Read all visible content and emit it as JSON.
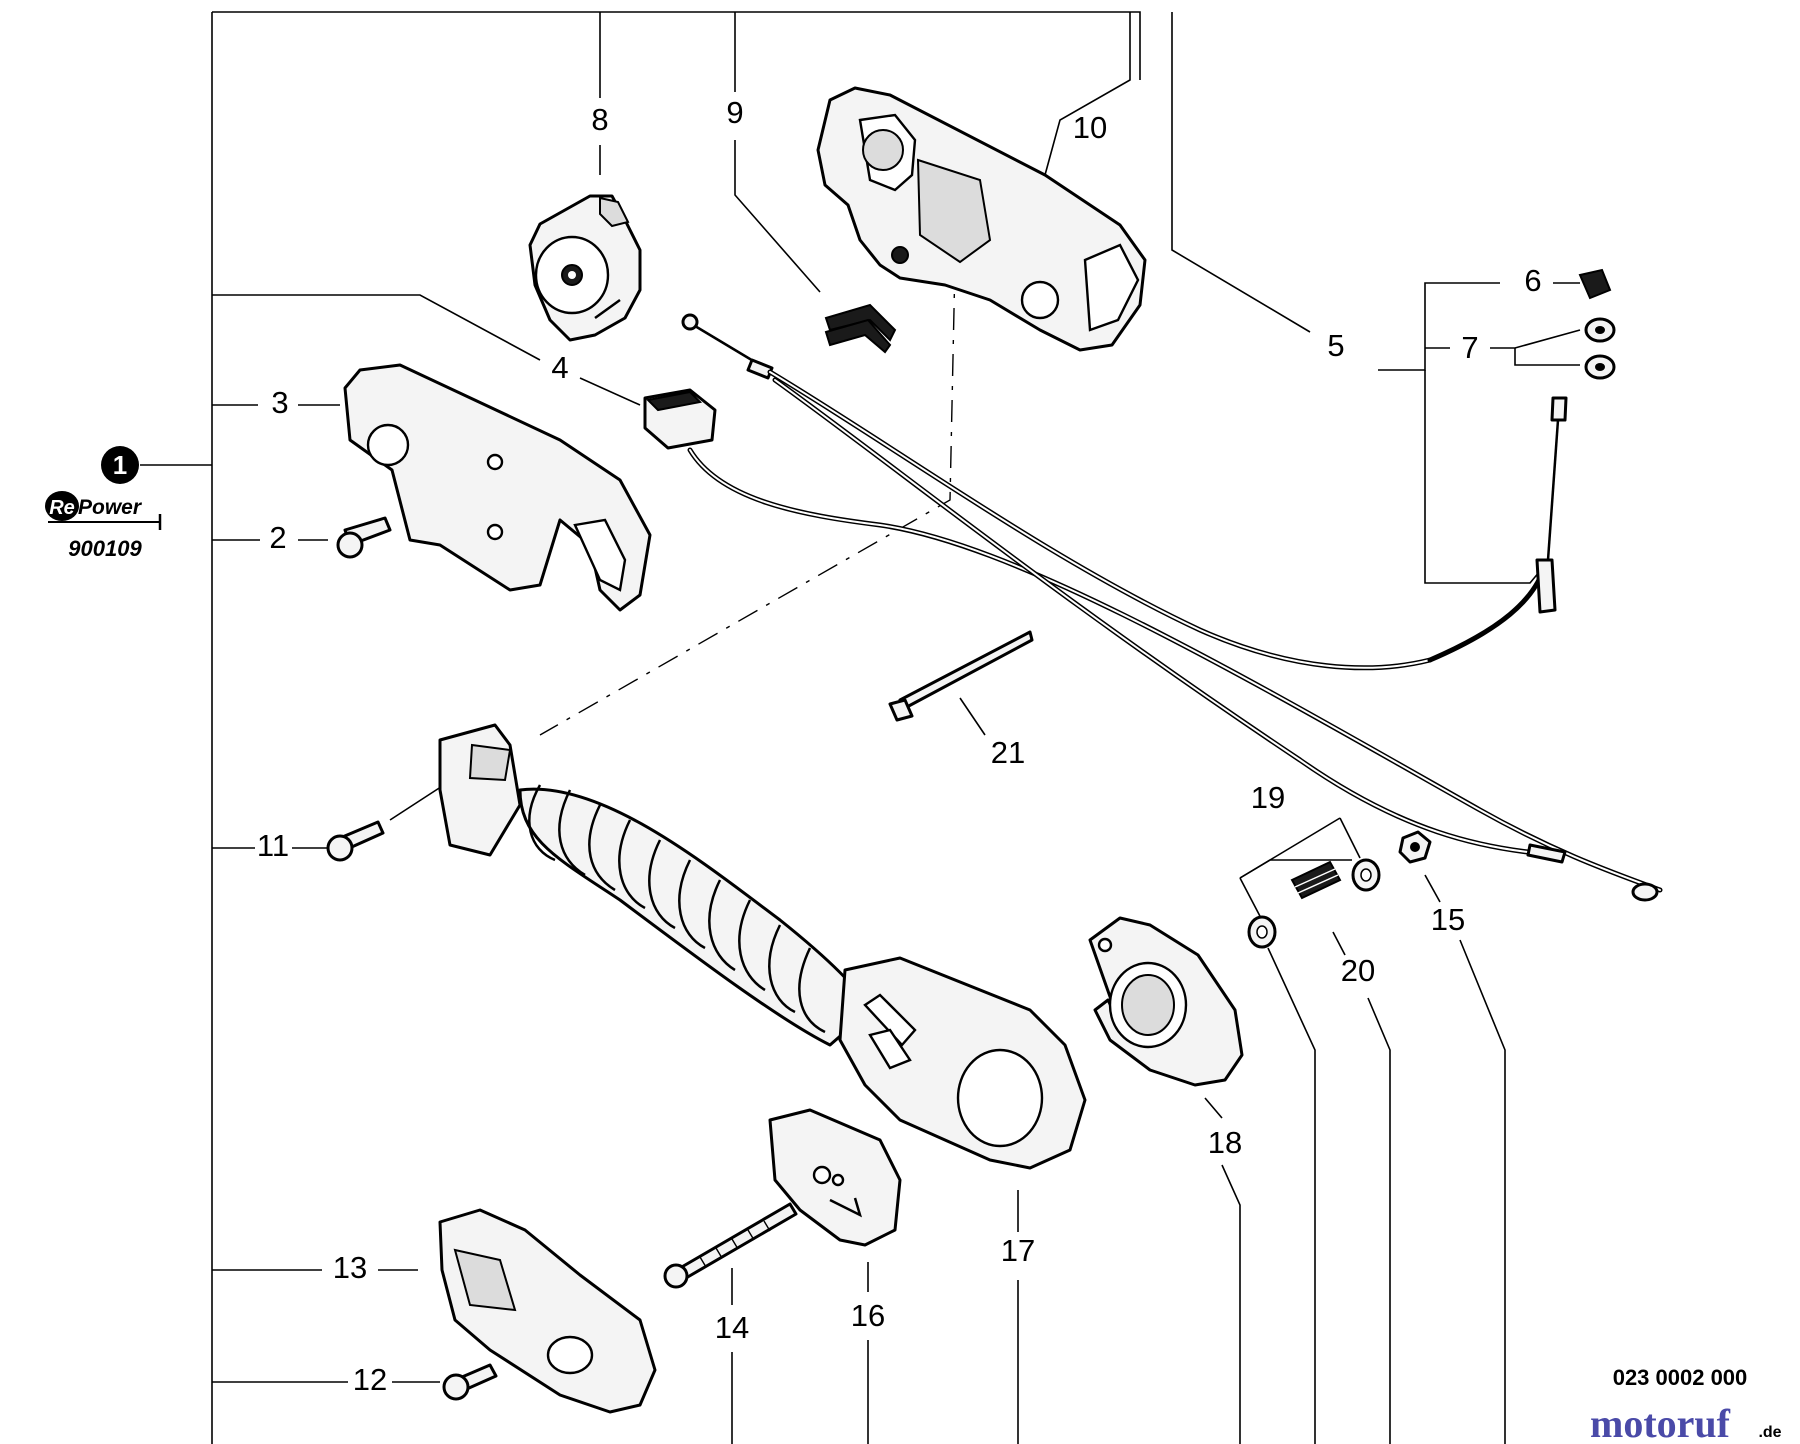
{
  "callouts": {
    "c1": "1",
    "c2": "2",
    "c3": "3",
    "c4": "4",
    "c5": "5",
    "c6": "6",
    "c7": "7",
    "c8": "8",
    "c9": "9",
    "c10": "10",
    "c11": "11",
    "c12": "12",
    "c13": "13",
    "c14": "14",
    "c15": "15",
    "c16": "16",
    "c17": "17",
    "c18": "18",
    "c19": "19",
    "c20": "20",
    "c21": "21"
  },
  "badge": {
    "logo_prefix": "Re",
    "logo_suffix": "Power",
    "code": "900109"
  },
  "diagram_id": "023 0002 000",
  "watermark": {
    "main": "motoruf",
    "suffix": ".de",
    "main_color": "#4a4aa8",
    "dot_color": "#e07a1a"
  }
}
